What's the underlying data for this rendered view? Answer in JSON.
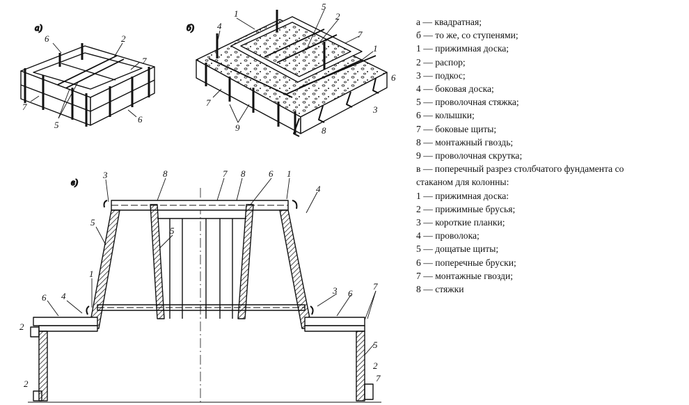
{
  "figure": {
    "panel_labels": {
      "a": "а)",
      "b": "б)",
      "v": "в)"
    },
    "callouts_a": [
      "6",
      "2",
      "7",
      "7",
      "5",
      "6"
    ],
    "callouts_b": [
      "4",
      "1",
      "5",
      "2",
      "7",
      "1",
      "6",
      "7",
      "9",
      "8",
      "3"
    ],
    "callouts_v": [
      "3",
      "8",
      "7",
      "8",
      "6",
      "1",
      "4",
      "5",
      "5",
      "1",
      "4",
      "6",
      "2",
      "2",
      "3",
      "6",
      "7",
      "5",
      "2",
      "7"
    ]
  },
  "legend": [
    "а — квадратная;",
    "б — то же, со ступенями;",
    "1 — прижимная доска;",
    "2 — распор;",
    "3 — подкос;",
    "4 — боковая доска;",
    "5 — проволочная стяжка;",
    "6 — колышки;",
    "7 — боковые щиты;",
    "8 — монтажный гвоздь;",
    "9 — проволочная скрутка;",
    "в — поперечный разрез столбчатого фундамента со",
    "стаканом для колонны:",
    "1 — прижимная доска:",
    "2 — прижимные брусья;",
    "3 — короткие планки;",
    "4 — проволока;",
    "5 — дощатые щиты;",
    "6 — поперечные бруски;",
    "7 — монтажные гвозди;",
    "8 — стяжки"
  ]
}
